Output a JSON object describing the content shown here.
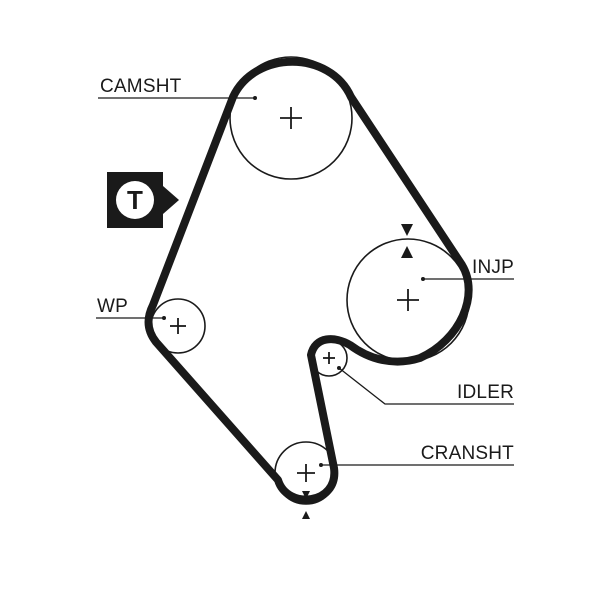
{
  "labels": {
    "camshaft": "CAMSHT",
    "injection_pump": "INJP",
    "water_pump": "WP",
    "idler": "IDLER",
    "crankshaft": "CRANSHT"
  },
  "tensioner": {
    "letter": "T"
  },
  "colors": {
    "belt": "#1a1a1a",
    "pulley_outline": "#1a1a1a",
    "leader_line": "#1a1a1a",
    "tensioner_badge": "#1a1a1a",
    "tensioner_letter_bg": "#ffffff",
    "background": "#ffffff"
  },
  "icons": {
    "pulley_center": "plus-crosshair",
    "timing_mark": "triangle-marker",
    "tensioner_badge": "tensioner-pointer-icon"
  }
}
